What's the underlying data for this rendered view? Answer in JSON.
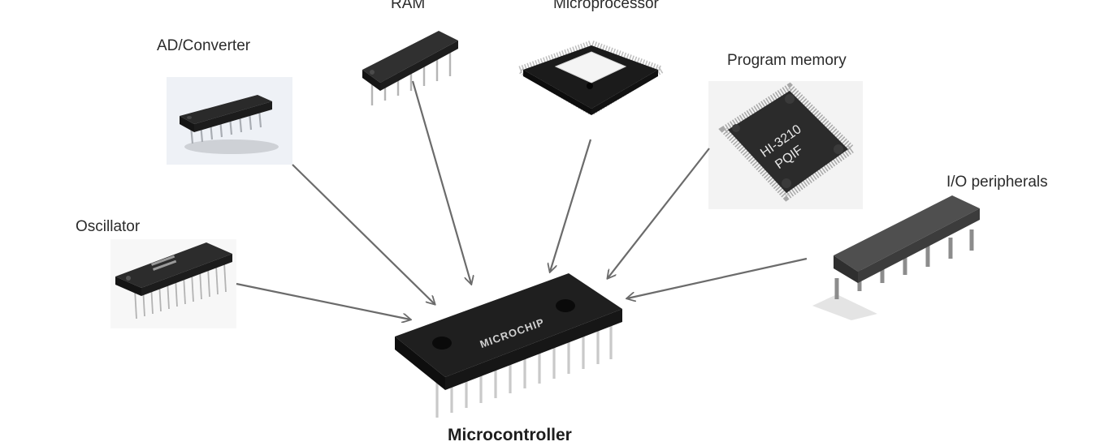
{
  "diagram": {
    "center": {
      "label": "Microcontroller",
      "brand_text": "MICROCHIP"
    },
    "components": [
      {
        "label": "AD/Converter"
      },
      {
        "label": "RAM"
      },
      {
        "label": "Microprocessor"
      },
      {
        "label": "Program memory",
        "chip_text_line1": "HI-3210",
        "chip_text_line2": "PQIF"
      },
      {
        "label": "I/O peripherals"
      },
      {
        "label": "Oscillator"
      }
    ]
  },
  "colors": {
    "arrow": "#6b6b6b",
    "chip_body": "#1f1f1f",
    "chip_pin": "#c9c9c9",
    "label_text": "#2b2b2b",
    "background": "#ffffff"
  }
}
